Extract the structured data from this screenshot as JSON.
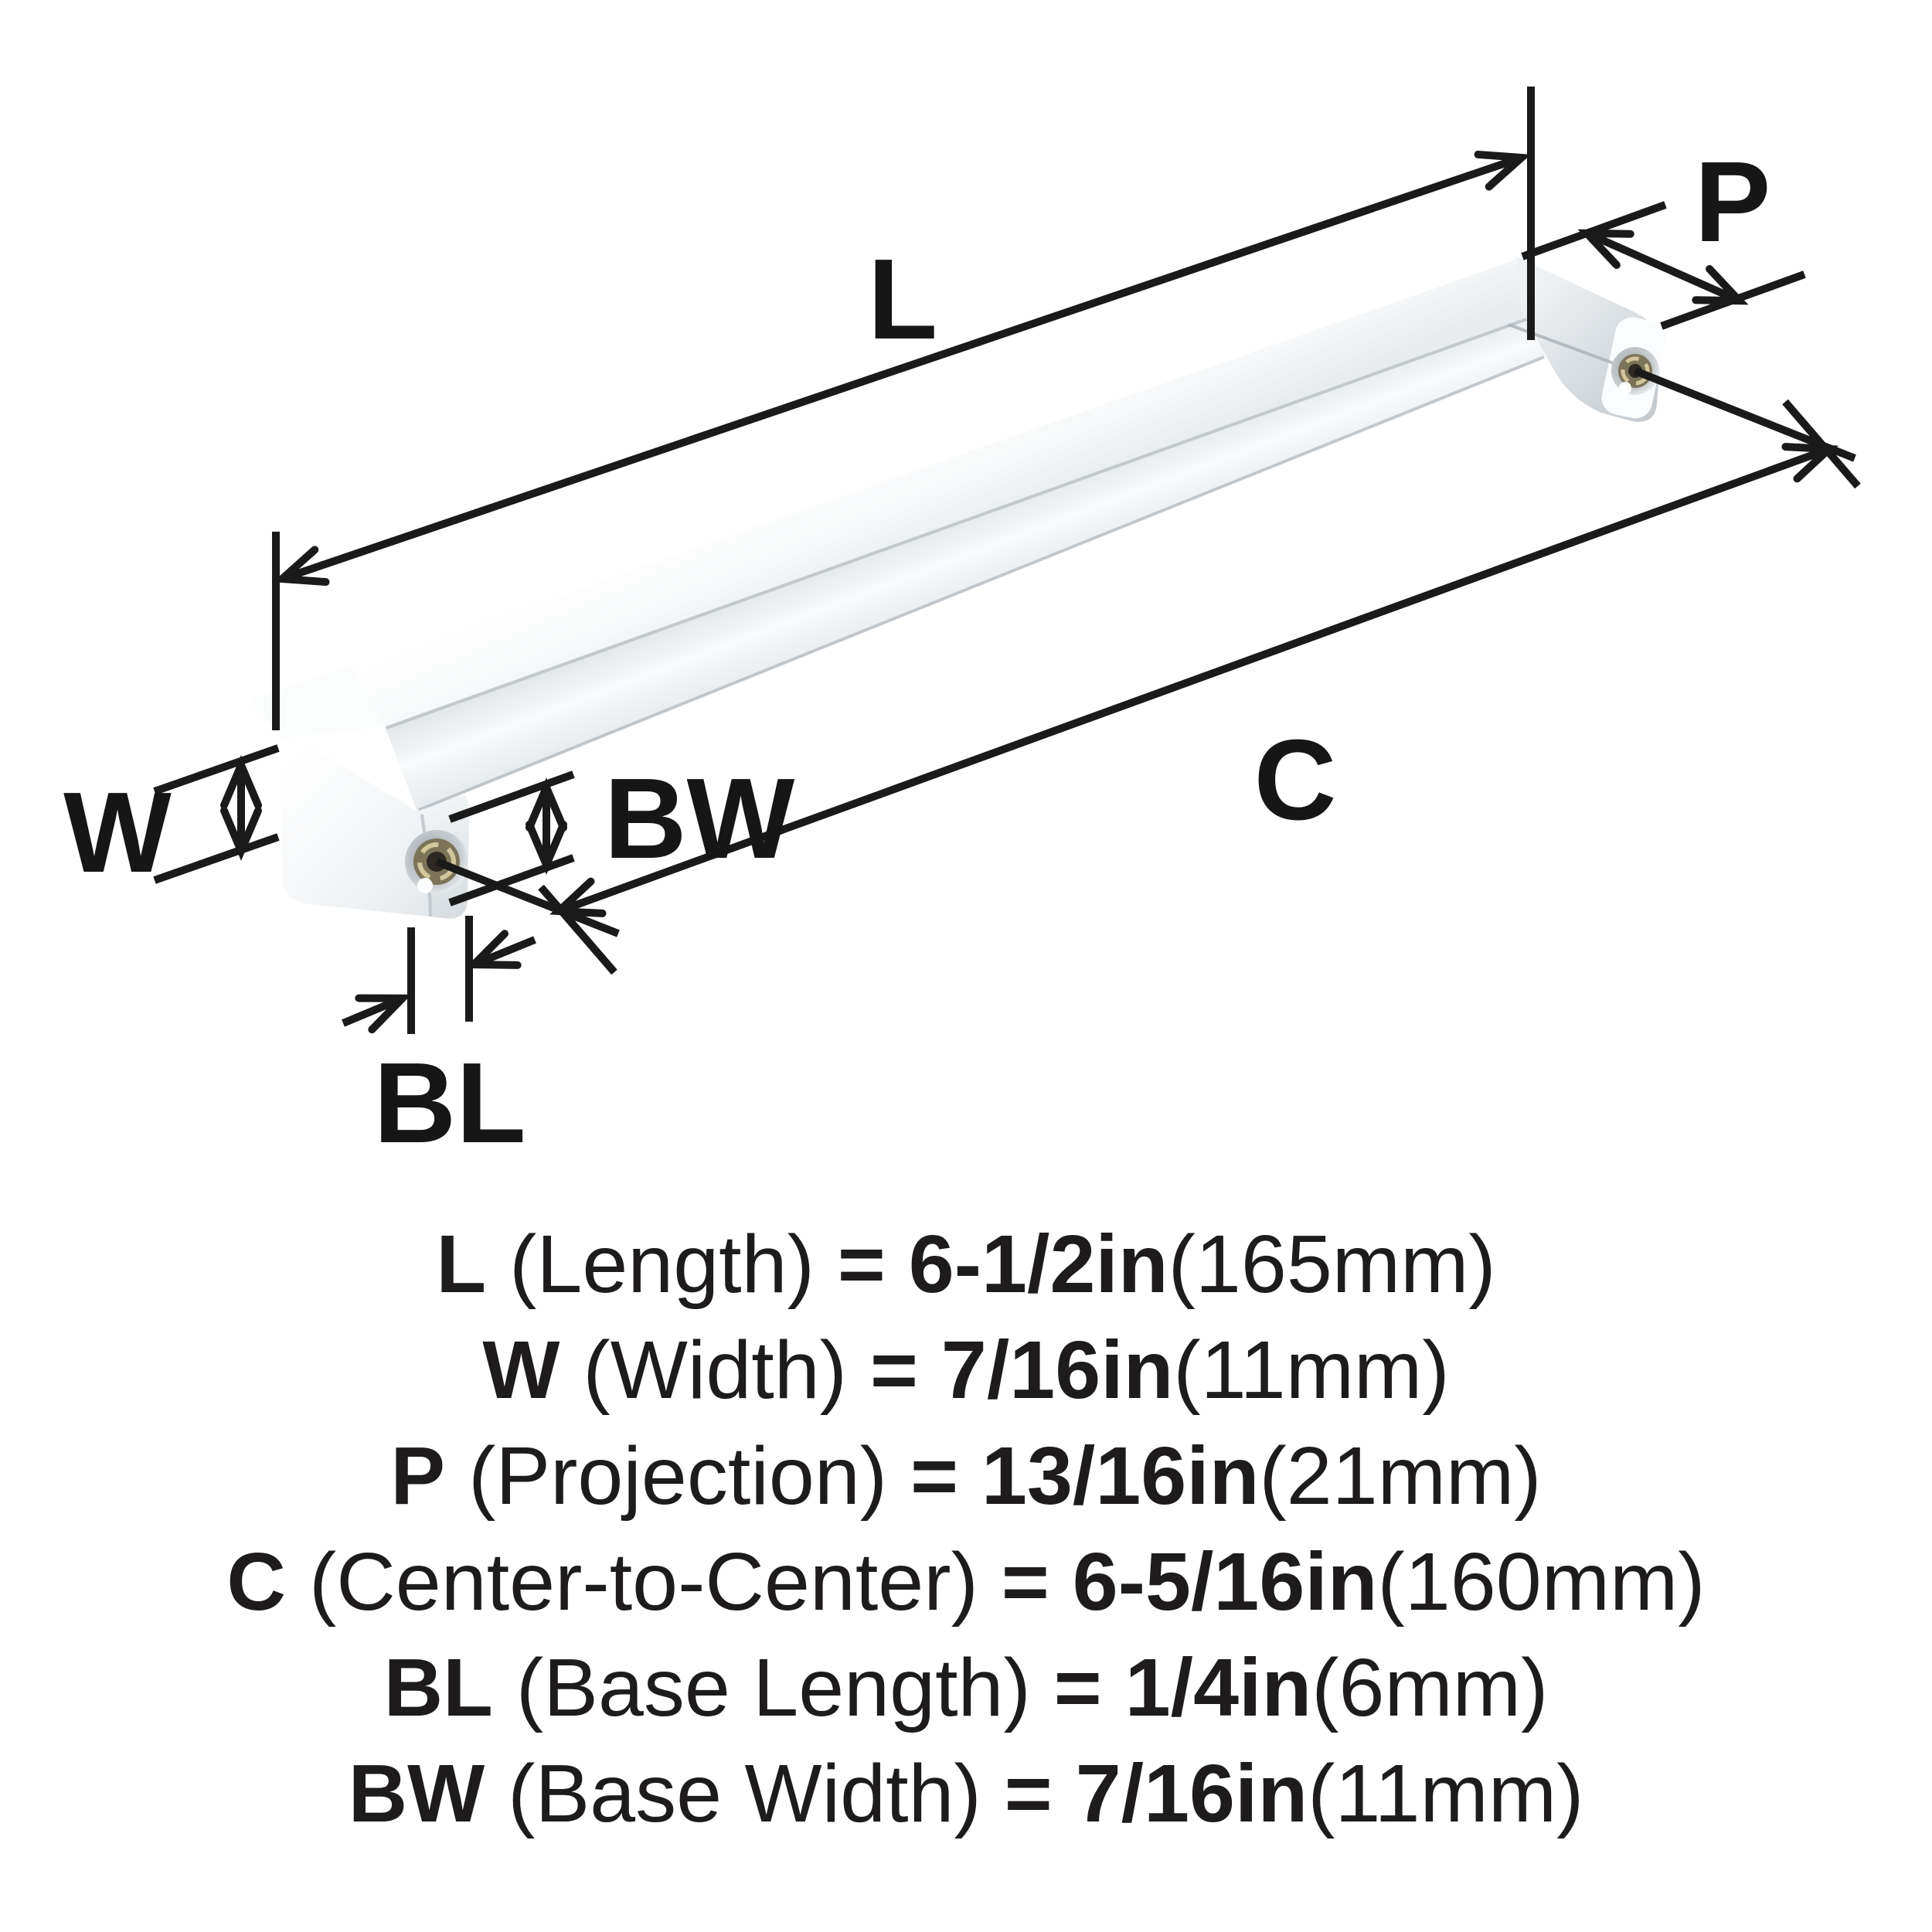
{
  "diagram": {
    "labels": {
      "length": "L",
      "width": "W",
      "projection": "P",
      "center_to_center": "C",
      "base_length": "BL",
      "base_width": "BW"
    },
    "colors": {
      "line": "#1a1a1a",
      "text": "#1d1b1c",
      "chrome_highlight": "#ffffff",
      "chrome_mid": "#e9edf0",
      "chrome_shadow": "#c3c9ce",
      "thread_metal": "#cdbf94"
    }
  },
  "specs": [
    {
      "key": "L",
      "desc": "(Length)",
      "eq": "=",
      "value": "6-1/2in",
      "metric": "(165mm)"
    },
    {
      "key": "W",
      "desc": "(Width)",
      "eq": "=",
      "value": "7/16in",
      "metric": "(11mm)"
    },
    {
      "key": "P",
      "desc": "(Projection)",
      "eq": "=",
      "value": "13/16in",
      "metric": "(21mm)"
    },
    {
      "key": "C",
      "desc": "(Center-to-Center)",
      "eq": "=",
      "value": "6-5/16in",
      "metric": "(160mm)"
    },
    {
      "key": "BL",
      "desc": "(Base Length)",
      "eq": "=",
      "value": "1/4in",
      "metric": "(6mm)"
    },
    {
      "key": "BW",
      "desc": "(Base Width)",
      "eq": "=",
      "value": "7/16in",
      "metric": "(11mm)"
    }
  ]
}
